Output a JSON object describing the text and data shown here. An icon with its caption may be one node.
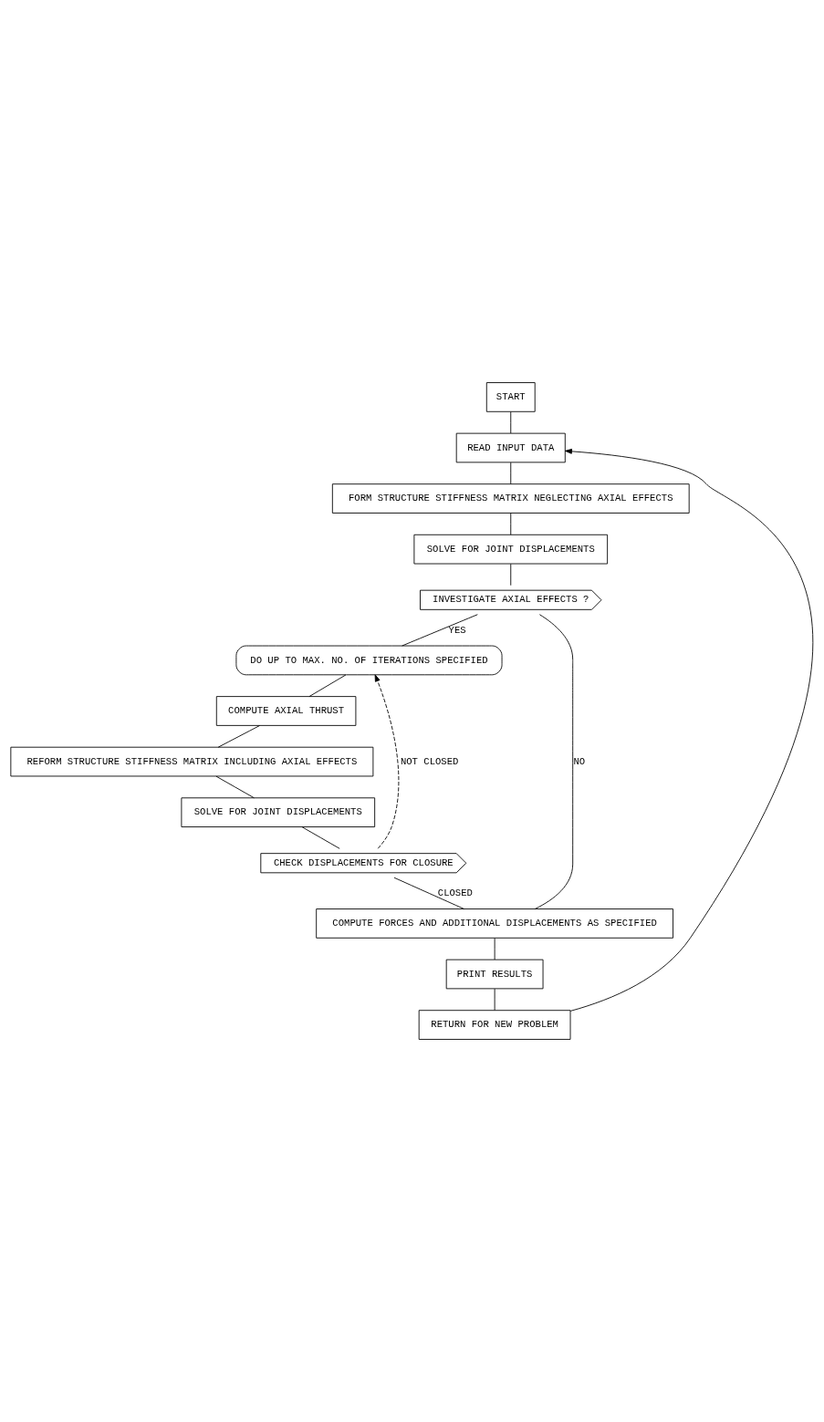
{
  "diagram": {
    "nodes": [
      {
        "text": [
          "START"
        ]
      },
      {
        "text": [
          "READ INPUT DATA"
        ]
      },
      {
        "text": [
          "FORM STRUCTURE STIFFNESS MATRIX NEGLECTING AXIAL EFFECTS"
        ]
      },
      {
        "text": [
          "SOLVE FOR JOINT DISPLACEMENTS"
        ]
      },
      {
        "text": [
          "INVESTIGATE AXIAL EFFECTS ?"
        ]
      },
      {
        "text": [
          "DO UP TO MAX. NO. OF ITERATIONS SPECIFIED"
        ]
      },
      {
        "text": [
          "COMPUTE AXIAL THRUST"
        ]
      },
      {
        "text": [
          "REFORM STRUCTURE STIFFNESS MATRIX INCLUDING AXIAL EFFECTS"
        ]
      },
      {
        "text": [
          "SOLVE FOR JOINT DISPLACEMENTS"
        ]
      },
      {
        "text": [
          "CHECK DISPLACEMENTS FOR CLOSURE"
        ]
      },
      {
        "text": [
          "COMPUTE FORCES AND ADDITIONAL DISPLACEMENTS AS SPECIFIED"
        ]
      },
      {
        "text": [
          "PRINT RESULTS"
        ]
      },
      {
        "text": [
          "RETURN FOR NEW PROBLEM"
        ]
      }
    ],
    "edges": [
      {
        "from": 0,
        "to": 1,
        "arrow": "none"
      },
      {
        "from": 1,
        "to": 2,
        "arrow": "none"
      },
      {
        "from": 2,
        "to": 3,
        "arrow": "none"
      },
      {
        "from": 3,
        "to": 4,
        "arrow": "none"
      },
      {
        "from": 4,
        "to": 5,
        "arrow": "none",
        "label": "YES"
      },
      {
        "from": 4,
        "to": 10,
        "arrow": "none",
        "label": "NO"
      },
      {
        "from": 5,
        "to": 6,
        "arrow": "none"
      },
      {
        "from": 6,
        "to": 7,
        "arrow": "none"
      },
      {
        "from": 7,
        "to": 8,
        "arrow": "none"
      },
      {
        "from": 8,
        "to": 9,
        "arrow": "none"
      },
      {
        "from": 9,
        "to": 5,
        "arrow": "to",
        "label": "NOT CLOSED",
        "style": "dashed"
      },
      {
        "from": 9,
        "to": 10,
        "arrow": "none",
        "label": "CLOSED"
      },
      {
        "from": 10,
        "to": 11,
        "arrow": "none"
      },
      {
        "from": 11,
        "to": 12,
        "arrow": "none"
      },
      {
        "from": 12,
        "to": 1,
        "arrow": "to"
      }
    ]
  }
}
